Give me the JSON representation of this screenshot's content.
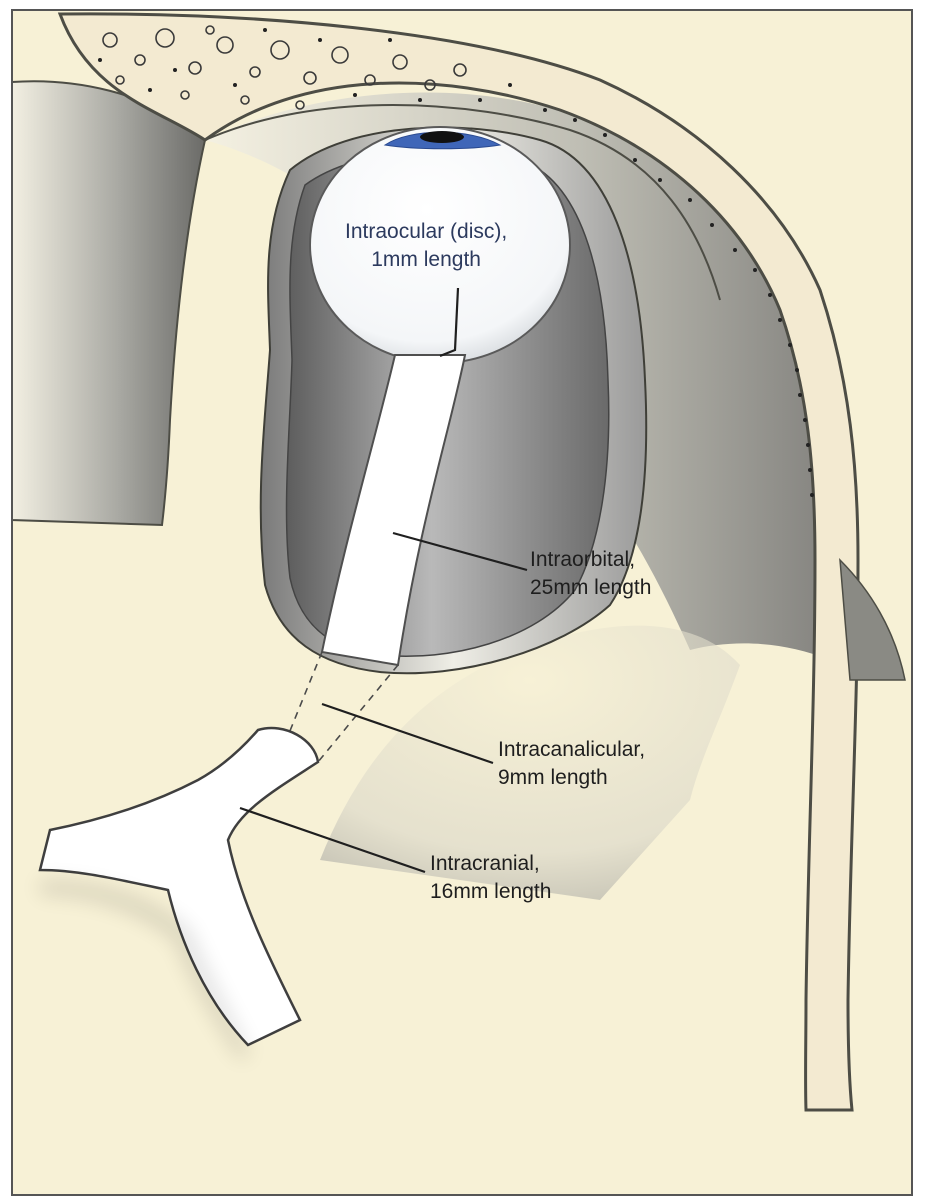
{
  "figure": {
    "colors": {
      "background": "#f7f1d6",
      "bone": "#f3ead1",
      "bone_stroke": "#5b5b4a",
      "shadow_dark": "#6f6f6f",
      "shadow_light": "#e6e3d6",
      "nerve": "#ffffff",
      "iris": "#3f66b8",
      "pupil": "#111111",
      "frame": "#555555"
    },
    "labels": {
      "intraocular": {
        "line1": "Intraocular (disc),",
        "line2": "1mm length"
      },
      "intraorbital": {
        "line1": "Intraorbital,",
        "line2": "25mm length"
      },
      "intracanalicular": {
        "line1": "Intracanalicular,",
        "line2": "9mm length"
      },
      "intracranial": {
        "line1": "Intracranial,",
        "line2": "16mm length"
      }
    }
  }
}
